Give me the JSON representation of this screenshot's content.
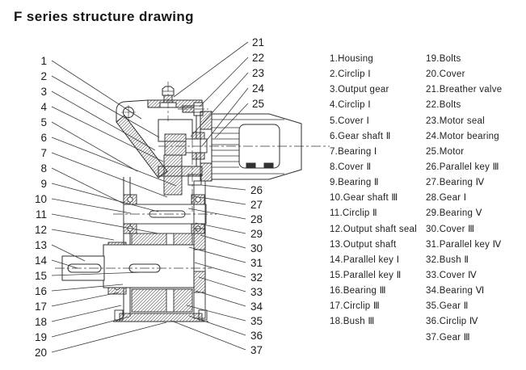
{
  "page": {
    "title": "F series structure drawing"
  },
  "diagram": {
    "description": "Cross-section structure drawing of F series gear reducer with motor",
    "callouts_left": [
      "1",
      "2",
      "3",
      "4",
      "5",
      "6",
      "7",
      "8",
      "9",
      "10",
      "11",
      "12",
      "13",
      "14",
      "15",
      "16",
      "17",
      "18",
      "19",
      "20"
    ],
    "callouts_right_top": [
      "21",
      "22",
      "23",
      "24",
      "25"
    ],
    "callouts_right_bottom": [
      "26",
      "27",
      "28",
      "29",
      "30",
      "31",
      "32",
      "33",
      "34",
      "35",
      "36",
      "37"
    ]
  },
  "legend": {
    "left_column": [
      "1.Housing",
      "2.Circlip Ⅰ",
      "3.Output gear",
      "4.Circlip Ⅰ",
      "5.Cover Ⅰ",
      "6.Gear shaft Ⅱ",
      "7.Bearing Ⅰ",
      "8.Cover Ⅱ",
      "9.Bearing Ⅱ",
      "10.Gear shaft Ⅲ",
      "11.Circlip Ⅱ",
      "12.Output shaft seal",
      "13.Output shaft",
      "14.Parallel key Ⅰ",
      "15.Parallel key Ⅱ",
      "16.Bearing Ⅲ",
      "17.Circlip Ⅲ",
      "18.Bush Ⅲ"
    ],
    "right_column": [
      "19.Bolts",
      "20.Cover",
      "21.Breather valve",
      "22.Bolts",
      "23.Motor seal",
      "24.Motor bearing",
      "25.Motor",
      "26.Parallel key Ⅲ",
      "27.Bearing Ⅳ",
      "28.Gear Ⅰ",
      "29.Bearing Ⅴ",
      "30.Cover Ⅲ",
      "31.Parallel key Ⅳ",
      "32.Bush Ⅱ",
      "33.Cover Ⅳ",
      "34.Bearing Ⅵ",
      "35.Gear Ⅱ",
      "36.Circlip Ⅳ",
      "37.Gear Ⅲ"
    ]
  },
  "colors": {
    "background": "#ffffff",
    "line": "#2e2e2e",
    "text": "#1a1a1a"
  }
}
